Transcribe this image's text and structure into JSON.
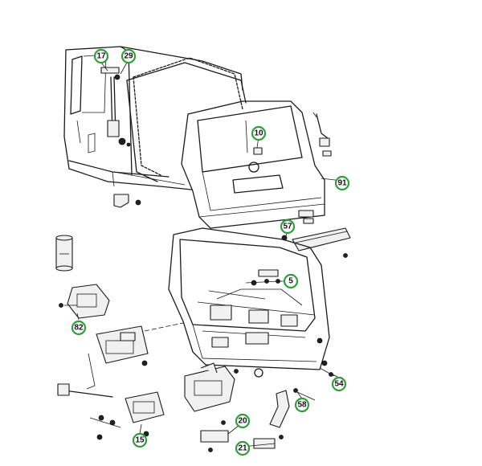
{
  "accent_color": "#2f9e3a",
  "callouts": [
    {
      "id": "17",
      "label": "17"
    },
    {
      "id": "29",
      "label": "29"
    },
    {
      "id": "10",
      "label": "10"
    },
    {
      "id": "91",
      "label": "91"
    },
    {
      "id": "57",
      "label": "57"
    },
    {
      "id": "5",
      "label": "5"
    },
    {
      "id": "82",
      "label": "82"
    },
    {
      "id": "54",
      "label": "54"
    },
    {
      "id": "58",
      "label": "58"
    },
    {
      "id": "20",
      "label": "20"
    },
    {
      "id": "15",
      "label": "15"
    },
    {
      "id": "21",
      "label": "21"
    }
  ]
}
